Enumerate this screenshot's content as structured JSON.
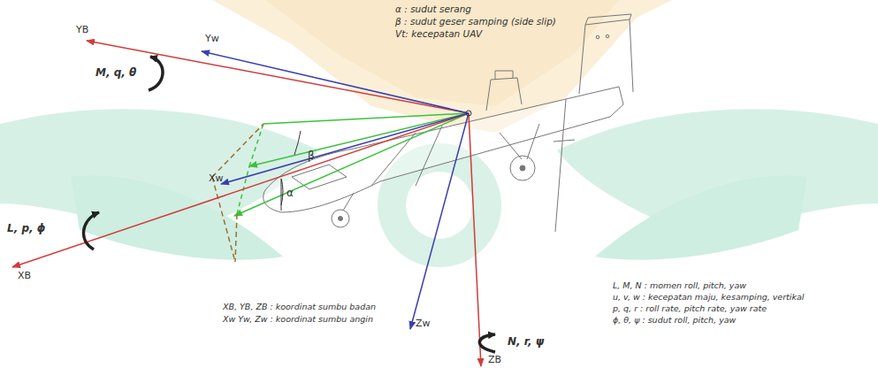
{
  "diagram": {
    "labels": [
      "α : sudut serang",
      "β : sudut geser samping (side slip)",
      "Vt: kecepatan UAV",
      "YB",
      "M, q, θ",
      "Yw",
      "Xw",
      "L, p, ϕ",
      "XB",
      "β",
      "α",
      "L, M, N : momen roll, pitch, yaw",
      "u, v, w : kecepatan maju, kesamping, vertikal",
      "p, q, r : roll rate, pitch rate, yaw rate",
      "ϕ, θ, ψ : sudut roll, pitch, yaw",
      "XB, YB, ZB : koordinat sumbu badan",
      "Xw Yw, Zw : koordinat sumbu angin",
      "Zw",
      "N, r, ψ",
      "ZB"
    ]
  }
}
